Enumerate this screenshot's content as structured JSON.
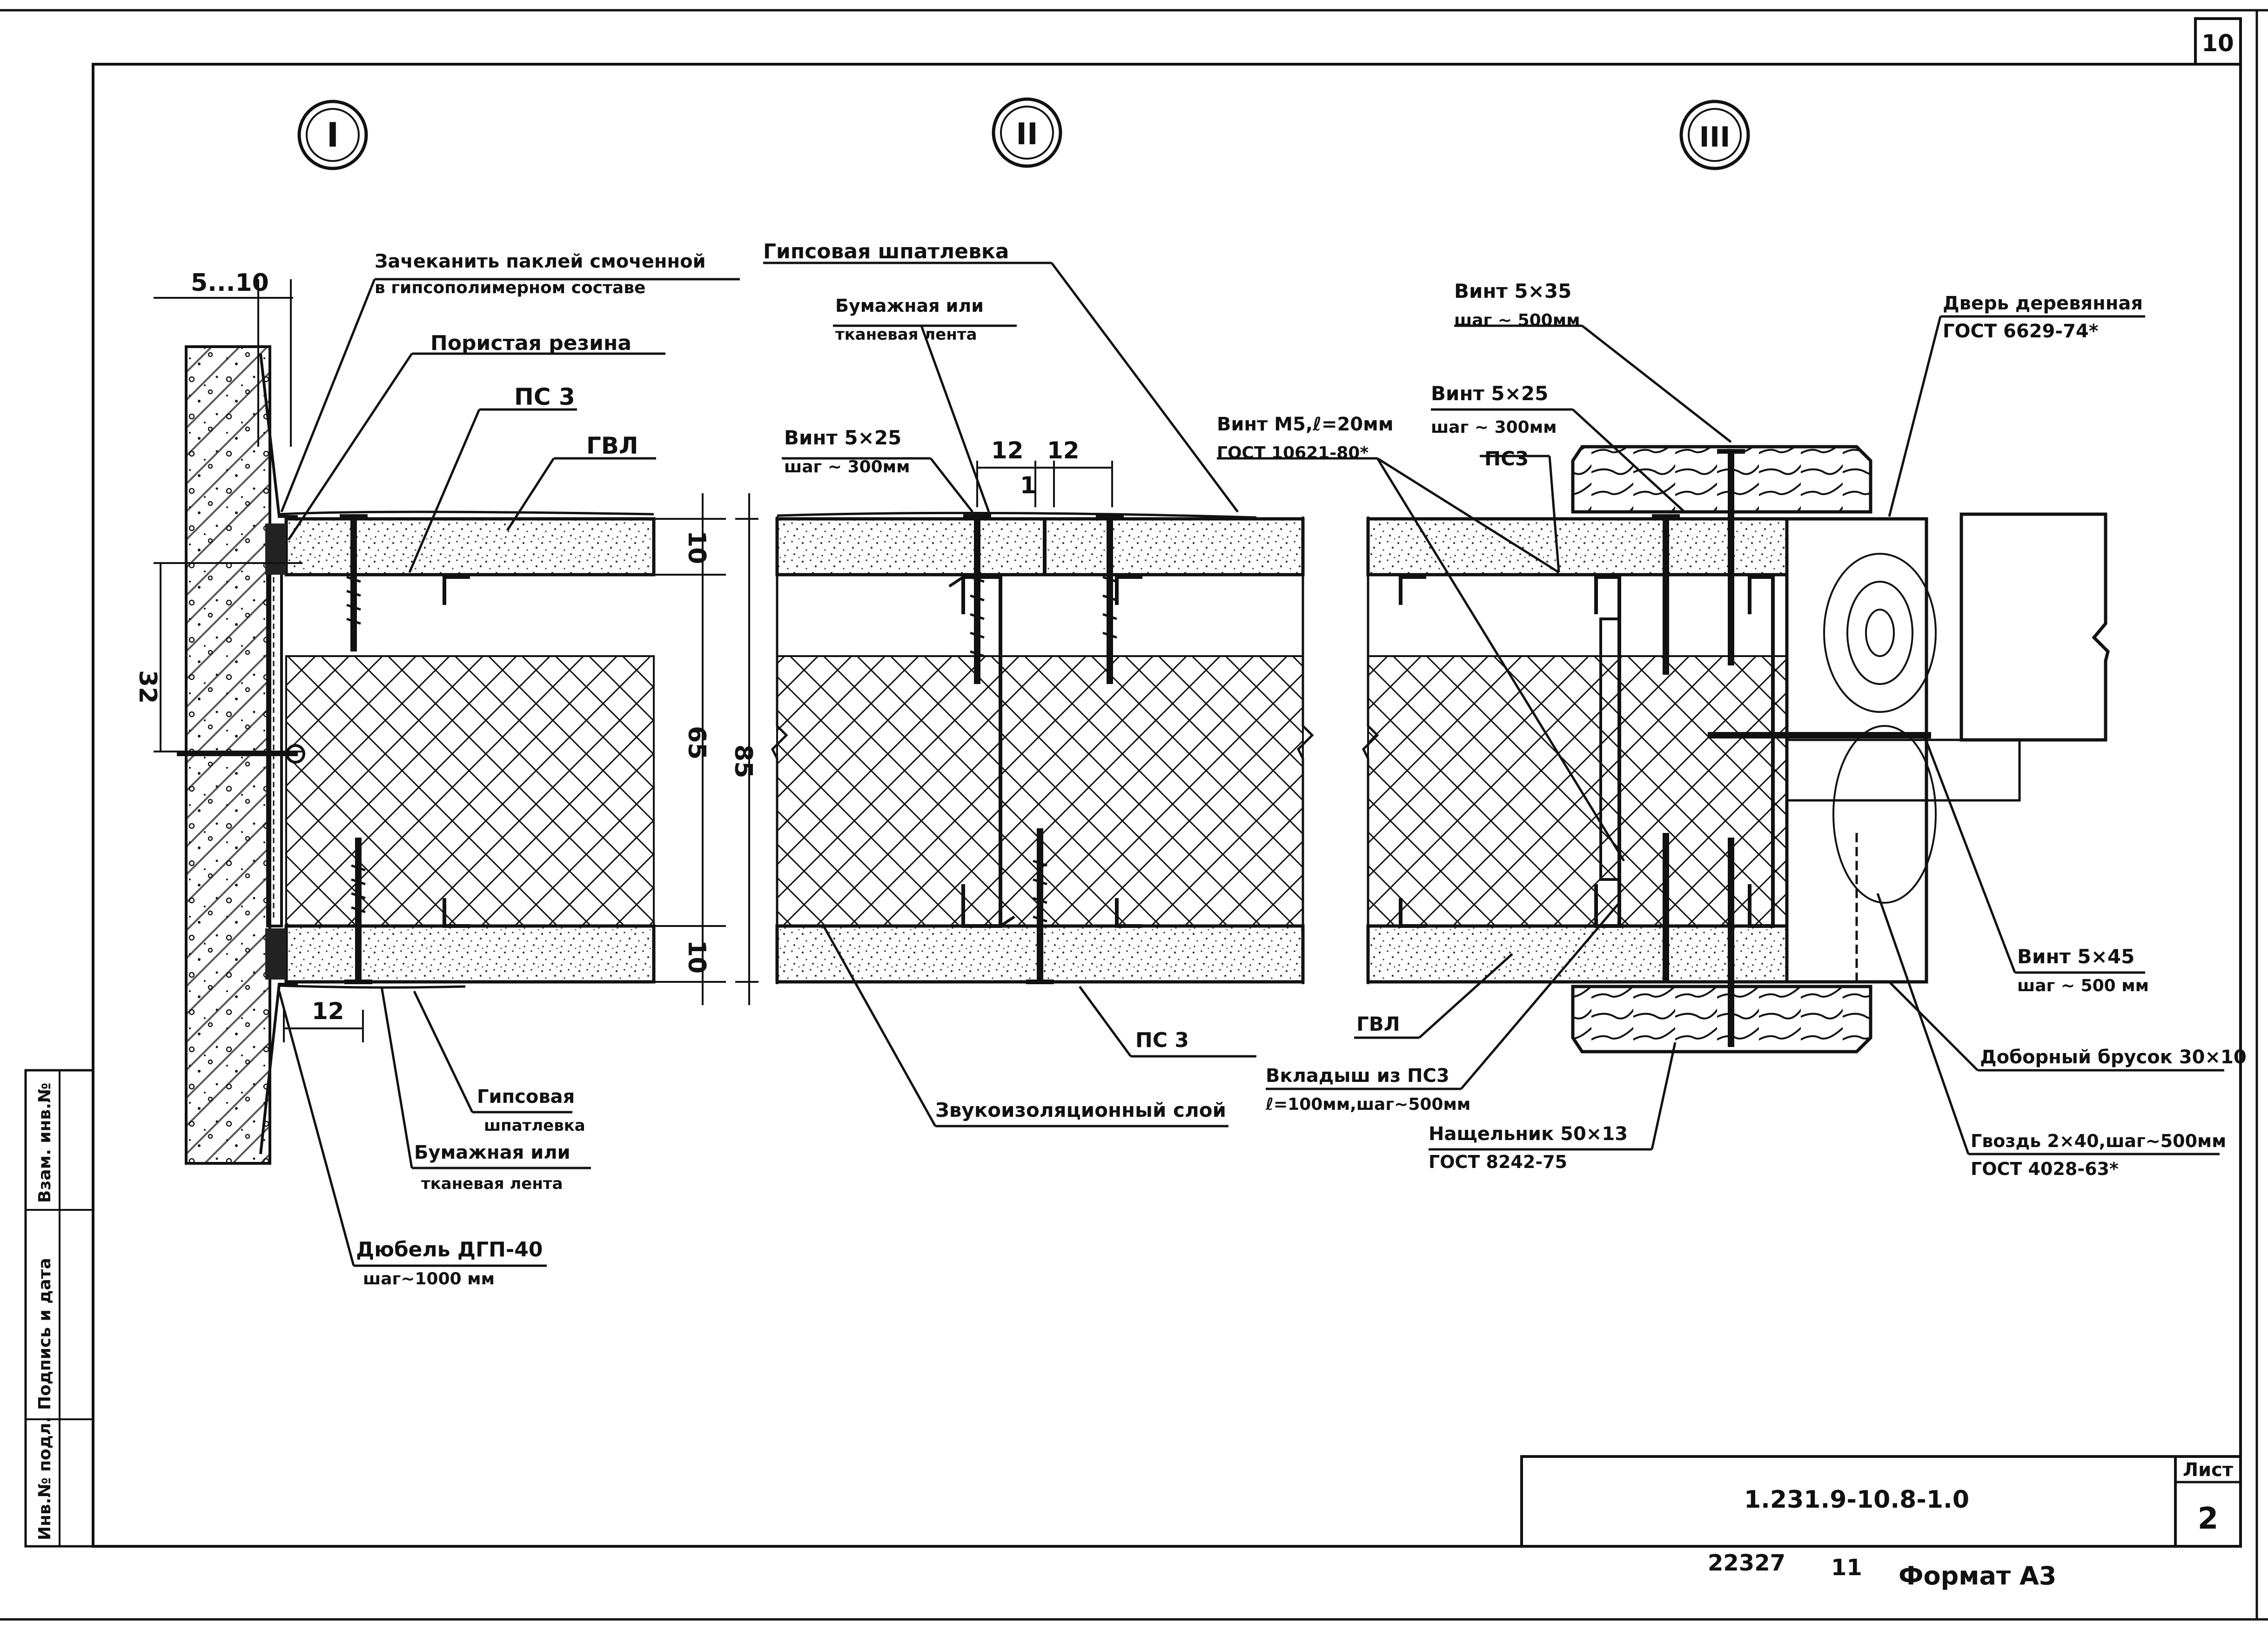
{
  "sheet_number_top": "10",
  "sections": {
    "one": "I",
    "two": "II",
    "three": "III"
  },
  "left_stamp": {
    "cell1": "Инв.№ подл.",
    "cell2": "Подпись и дата",
    "cell3": "Взам. инв.№"
  },
  "labels": {
    "caulk_1": "Зачеканить паклей смоченной",
    "caulk_2": "в гипсополимерном составе",
    "porous_rubber": "Пористая резина",
    "ps3_a": "ПС 3",
    "gvl_a": "ГВЛ",
    "gyp_putty_top": "Гипсовая шпатлевка",
    "tape_1": "Бумажная или",
    "tape_2": "тканевая лента",
    "screw_5x25_1": "Винт 5×25",
    "screw_5x25_2": "шаг ~ 300мм",
    "screw_m5_1": "Винт М5,ℓ=20мм",
    "screw_m5_2": "ГОСТ 10621-80*",
    "screw_5x35_1": "Винт 5×35",
    "screw_5x35_2": "шаг ~ 500мм",
    "screw_5x25b_1": "Винт 5×25",
    "screw_5x25b_2": "шаг ~ 300мм",
    "ps3_b": "ПС3",
    "door_1": "Дверь деревянная",
    "door_2": "ГОСТ 6629-74*",
    "screw_5x45_1": "Винт 5×45",
    "screw_5x45_2": "шаг ~ 500 мм",
    "bar_30x10": "Доборный брусок 30×10",
    "nail_1": "Гвоздь 2×40,шаг~500мм",
    "nail_2": "ГОСТ 4028-63*",
    "strip_1": "Нащельник 50×13",
    "strip_2": "ГОСТ 8242-75",
    "insert_1": "Вкладыш из ПС3",
    "insert_2": "ℓ=100мм,шаг~500мм",
    "gvl_b": "ГВЛ",
    "sound_layer": "Звукоизоляционный слой",
    "ps3_c": "ПС 3",
    "gyp_putty_b1": "Гипсовая",
    "gyp_putty_b2": "шпатлевка",
    "tape_b1": "Бумажная или",
    "tape_b2": "тканевая лента",
    "dowel_1": "Дюбель ДГП-40",
    "dowel_2": "шаг~1000 мм"
  },
  "dimensions": {
    "gap": "5...10",
    "d32": "32",
    "d10_top": "10",
    "d65": "65",
    "d85": "85",
    "d10_bot": "10",
    "d12_left": "12",
    "d12_a": "12",
    "d12_b": "12",
    "d1": "1"
  },
  "title_block": {
    "doc_code": "1.231.9-10.8-1.0",
    "sheet_label": "Лист",
    "sheet_no": "2"
  },
  "footer": {
    "order_no": "22327",
    "sub_no": "11",
    "format": "Формат А3"
  }
}
